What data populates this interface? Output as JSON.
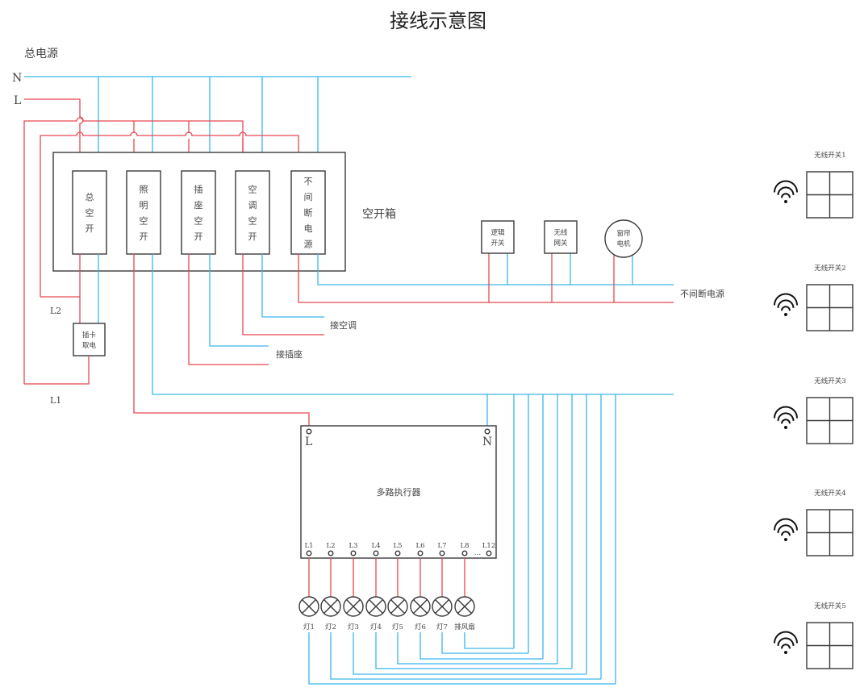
{
  "title": "接线示意图",
  "main_power": {
    "label": "总电源",
    "neutral_label": "N",
    "live_label": "L",
    "l1_label": "L1",
    "l2_label": "L2"
  },
  "breaker_box": {
    "label": "空开箱",
    "breakers": [
      {
        "name": "main",
        "chars": [
          "总",
          "空",
          "开"
        ]
      },
      {
        "name": "lighting",
        "chars": [
          "照",
          "明",
          "空",
          "开"
        ]
      },
      {
        "name": "socket",
        "chars": [
          "插",
          "座",
          "空",
          "开"
        ]
      },
      {
        "name": "ac",
        "chars": [
          "空",
          "调",
          "空",
          "开"
        ]
      },
      {
        "name": "ups",
        "chars": [
          "不",
          "间",
          "断",
          "电",
          "源"
        ]
      }
    ]
  },
  "card_switch": {
    "line1": "插卡",
    "line2": "取电"
  },
  "outputs": {
    "ac": "接空调",
    "socket": "接插座",
    "ups": "不间断电源"
  },
  "ups_devices": [
    {
      "type": "box",
      "line1": "逻辑",
      "line2": "开关"
    },
    {
      "type": "box",
      "line1": "无线",
      "line2": "网关"
    },
    {
      "type": "circle",
      "line1": "窗帘",
      "line2": "电机"
    }
  ],
  "actuator": {
    "label": "多路执行器",
    "l_terminal": "L",
    "n_terminal": "N",
    "channels": [
      "L1",
      "L2",
      "L3",
      "L4",
      "L5",
      "L6",
      "L7",
      "L8"
    ],
    "ellipsis": "…",
    "last_channel": "L12"
  },
  "loads": [
    "灯1",
    "灯2",
    "灯3",
    "灯4",
    "灯5",
    "灯6",
    "灯7",
    "排风扇"
  ],
  "wireless_switches": [
    {
      "label": "无线开关1",
      "icon": "wifi-icon"
    },
    {
      "label": "无线开关2",
      "icon": "wifi-icon"
    },
    {
      "label": "无线开关3",
      "icon": "wifi-icon"
    },
    {
      "label": "无线开关4",
      "icon": "wifi-icon"
    },
    {
      "label": "无线开关5",
      "icon": "wifi-icon"
    }
  ],
  "colors": {
    "live": "#e8474f",
    "neutral": "#3ab6ea",
    "outline": "#3a3a3a"
  }
}
